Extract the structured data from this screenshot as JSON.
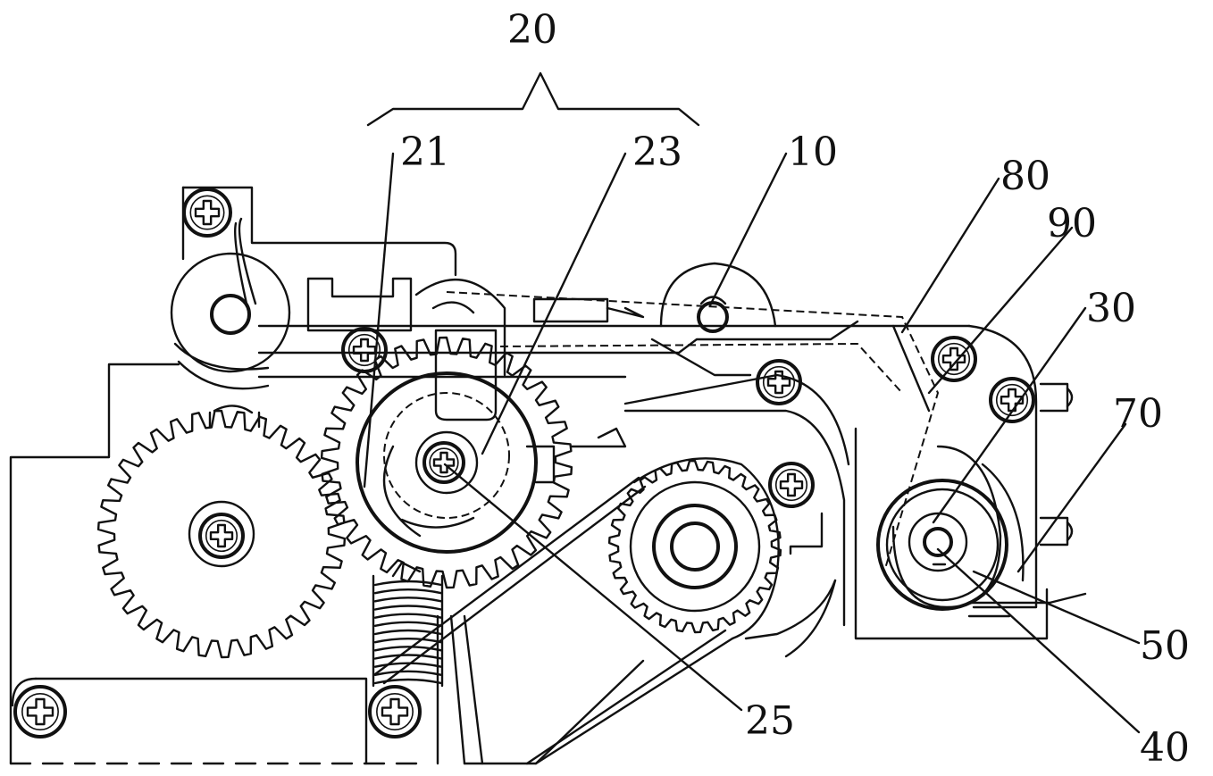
{
  "figure": {
    "labels": {
      "l20": "20",
      "l21": "21",
      "l23": "23",
      "l10": "10",
      "l80": "80",
      "l90": "90",
      "l30": "30",
      "l70": "70",
      "l50": "50",
      "l25": "25",
      "l40": "40"
    }
  }
}
